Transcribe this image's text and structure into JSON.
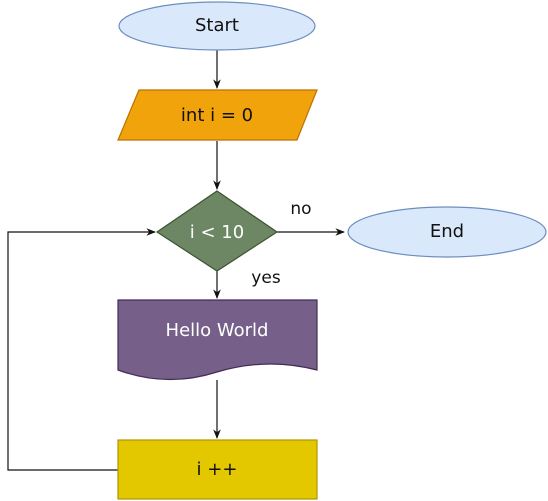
{
  "nodes": {
    "start": {
      "label": "Start",
      "shape": "ellipse",
      "fill": "#dae8fc",
      "stroke": "#6c8ebf",
      "text_color": "#111111"
    },
    "init": {
      "label": "int i = 0",
      "shape": "parallelogram",
      "fill": "#f0a30a",
      "stroke": "#bd7000",
      "text_color": "#111111"
    },
    "condition": {
      "label": "i < 10",
      "shape": "diamond",
      "fill": "#6d8764",
      "stroke": "#3a5431",
      "text_color": "#ffffff"
    },
    "end": {
      "label": "End",
      "shape": "ellipse",
      "fill": "#dae8fc",
      "stroke": "#6c8ebf",
      "text_color": "#111111"
    },
    "output": {
      "label": "Hello World",
      "shape": "document",
      "fill": "#76608a",
      "stroke": "#432d57",
      "text_color": "#ffffff"
    },
    "increment": {
      "label": "i ++",
      "shape": "rectangle",
      "fill": "#e3c800",
      "stroke": "#b09500",
      "text_color": "#111111"
    }
  },
  "edges": {
    "no_label": "no",
    "yes_label": "yes"
  }
}
